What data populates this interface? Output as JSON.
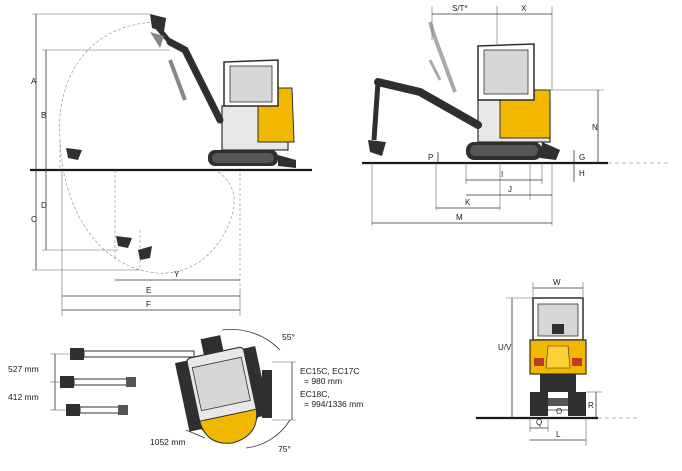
{
  "colors": {
    "machine_body": "#2f2f2f",
    "machine_panel": "#e8e8e8",
    "accent": "#f2b800",
    "glass": "#d6d6d6",
    "dim_line": "#333333",
    "reach_dash": "#9a9a9a"
  },
  "side_view": {
    "labels": {
      "A": "A",
      "B": "B",
      "C": "C",
      "D": "D",
      "E": "E",
      "F": "F",
      "Y": "Y"
    }
  },
  "right_view": {
    "labels": {
      "S": "S/T*",
      "X": "X",
      "N": "N",
      "P": "P",
      "G": "G",
      "H": "H",
      "I": "I",
      "J": "J",
      "K": "K",
      "M": "M"
    }
  },
  "top_view": {
    "dim_527": "527 mm",
    "dim_412": "412 mm",
    "dim_1052": "1052 mm",
    "angle_55": "55°",
    "angle_75": "75°",
    "models_a": "EC15C, EC17C",
    "width_a": "= 980 mm",
    "models_b": "EC18C,",
    "width_b": "= 994/1336 mm"
  },
  "front_view": {
    "labels": {
      "W": "W",
      "UV": "U/V",
      "R": "R",
      "O": "O",
      "Q": "Q",
      "L": "L"
    }
  }
}
